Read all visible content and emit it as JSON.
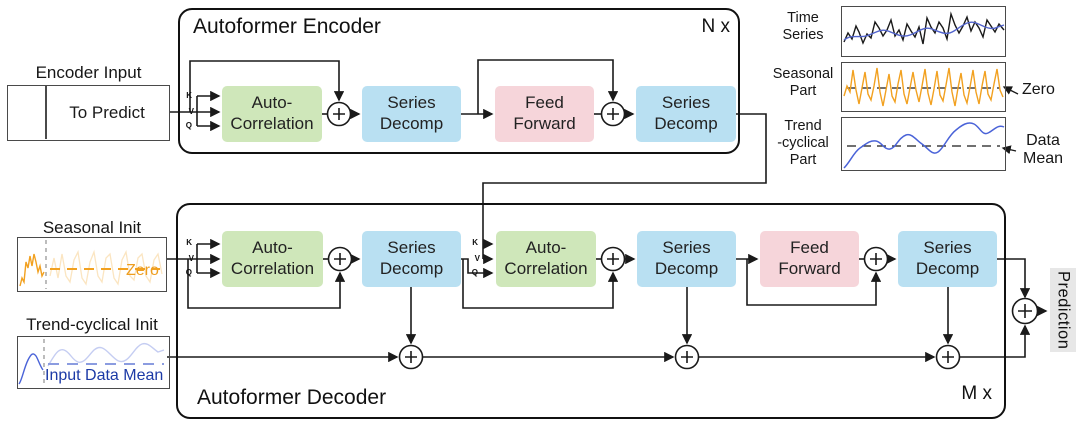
{
  "colors": {
    "autocorrelation_green": "#cfe7ba",
    "series_decomp_blue": "#b9e0f2",
    "feed_forward_pink": "#f6d5da",
    "prediction_gray": "#e7e7e7",
    "seasonal_orange": "#f2a120",
    "trend_blue": "#4a63d8",
    "raw_series_black": "#1a1a1a",
    "overlay_blue": "#5264cc",
    "init_text_blue": "#1c3aa6"
  },
  "encoder_input": {
    "title": "Encoder Input",
    "label": "To Predict"
  },
  "encoder": {
    "title": "Autoformer Encoder",
    "repeat_label": "N x",
    "kvq": {
      "k": "K",
      "v": "V",
      "q": "Q"
    },
    "blocks": [
      {
        "line1": "Auto-",
        "line2": "Correlation"
      },
      {
        "line1": "Series",
        "line2": "Decomp"
      },
      {
        "line1": "Feed",
        "line2": "Forward"
      },
      {
        "line1": "Series",
        "line2": "Decomp"
      }
    ]
  },
  "decoder": {
    "title": "Autoformer Decoder",
    "repeat_label": "M x",
    "kvq": {
      "k": "K",
      "v": "V",
      "q": "Q"
    },
    "blocks": [
      {
        "line1": "Auto-",
        "line2": "Correlation"
      },
      {
        "line1": "Series",
        "line2": "Decomp"
      },
      {
        "line1": "Auto-",
        "line2": "Correlation"
      },
      {
        "line1": "Series",
        "line2": "Decomp"
      },
      {
        "line1": "Feed",
        "line2": "Forward"
      },
      {
        "line1": "Series",
        "line2": "Decomp"
      }
    ]
  },
  "seasonal_init": {
    "title": "Seasonal Init",
    "annotation": "Zero"
  },
  "trend_init": {
    "title": "Trend-cyclical Init",
    "annotation": "Input Data Mean"
  },
  "legend": {
    "plots": [
      {
        "line1": "Time",
        "line2": "Series",
        "line3": ""
      },
      {
        "line1": "Seasonal",
        "line2": "Part",
        "line3": "",
        "annotation": "Zero"
      },
      {
        "line1": "Trend",
        "line2": "-cyclical",
        "line3": "Part",
        "annotation": "Data Mean"
      }
    ]
  },
  "prediction": {
    "label": "Prediction"
  }
}
